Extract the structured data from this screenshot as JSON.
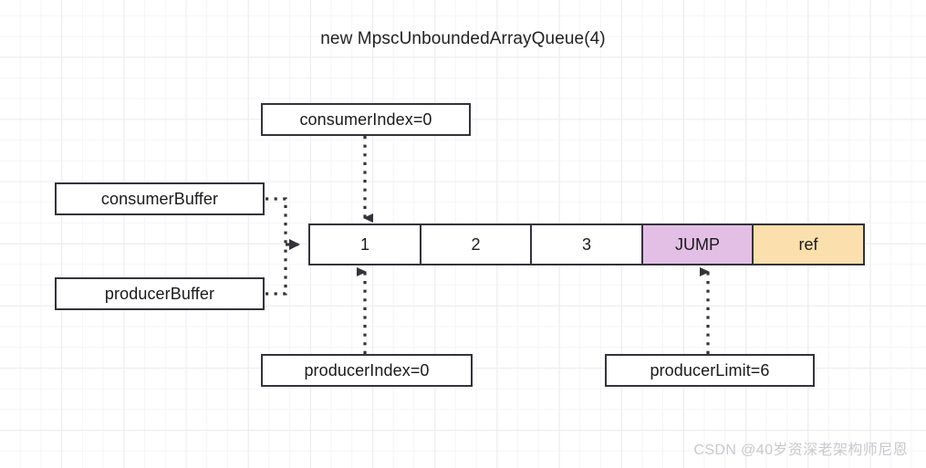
{
  "diagram": {
    "title": "new MpscUnboundedArrayQueue(4)",
    "watermark": "CSDN @40岁资深老架构师尼恩"
  },
  "labels": {
    "consumer_index": "consumerIndex=0",
    "consumer_buffer": "consumerBuffer",
    "producer_buffer": "producerBuffer",
    "producer_index": "producerIndex=0",
    "producer_limit": "producerLimit=6"
  },
  "array": {
    "cells": [
      {
        "text": "1",
        "fill": "#ffffff",
        "kind": "slot"
      },
      {
        "text": "2",
        "fill": "#ffffff",
        "kind": "slot"
      },
      {
        "text": "3",
        "fill": "#ffffff",
        "kind": "slot"
      },
      {
        "text": "JUMP",
        "fill": "#e3bfe6",
        "kind": "jump"
      },
      {
        "text": "ref",
        "fill": "#fbdfac",
        "kind": "ref"
      }
    ]
  },
  "colors": {
    "stroke": "#33333a",
    "jump_fill": "#e3bfe6",
    "ref_fill": "#fbdfac",
    "grid_minor": "#f5f5f5",
    "grid_major": "#ececec",
    "watermark": "#c9c9cf"
  }
}
